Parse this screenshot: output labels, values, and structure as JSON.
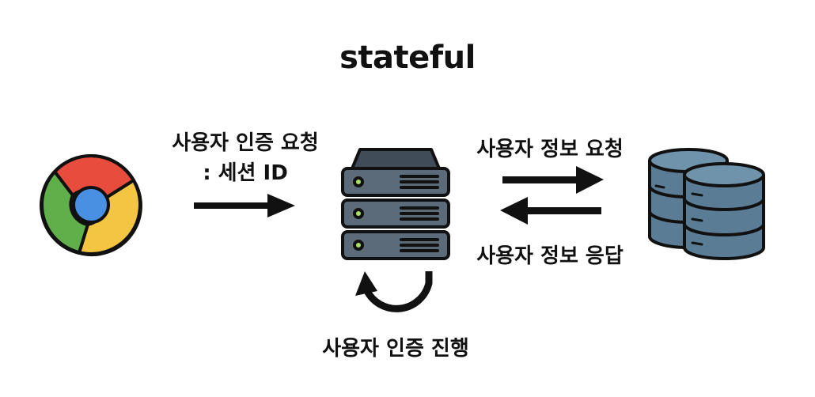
{
  "diagram": {
    "title": "stateful",
    "labels": {
      "client_to_server": "사용자 인증 요청",
      "client_to_server_sub": ": 세션 ID",
      "server_to_db": "사용자 정보 요청",
      "db_to_server": "사용자 정보 응답",
      "server_loop": "사용자 인증 진행"
    },
    "nodes": {
      "client": "chrome-browser-icon",
      "server": "server-rack-icon",
      "database": "database-icon"
    },
    "colors": {
      "chrome_red": "#E74C3C",
      "chrome_green": "#5FAF4B",
      "chrome_yellow": "#F4C542",
      "chrome_blue": "#4A90E2",
      "server_body": "#5C6B7A",
      "server_top": "#404C58",
      "db_body": "#5A7D95",
      "db_top": "#6E93AB",
      "led": "#A8E06A",
      "outline": "#111111"
    }
  }
}
